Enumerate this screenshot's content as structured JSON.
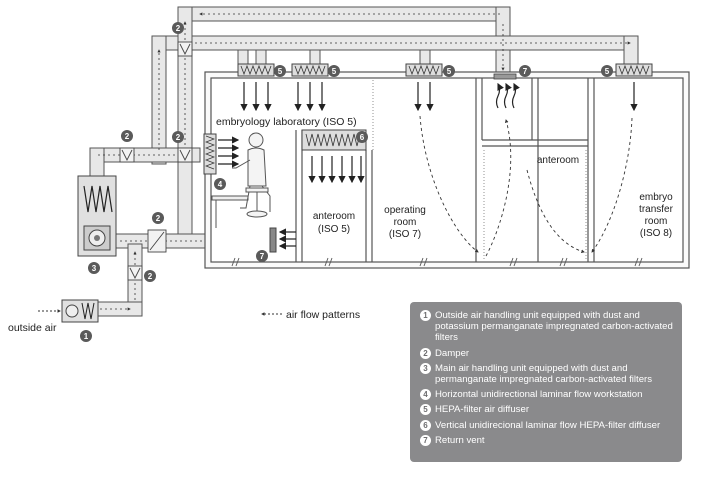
{
  "labels": {
    "embryology_lab": "embryology laboratory (ISO 5)",
    "anteroom_left_line1": "anteroom",
    "anteroom_left_line2": "(ISO 5)",
    "operating_line1": "operating",
    "operating_line2": "room",
    "operating_line3": "(ISO 7)",
    "anteroom_right": "anteroom",
    "embryo_line1": "embryo",
    "embryo_line2": "transfer",
    "embryo_line3": "room",
    "embryo_line4": "(ISO 8)",
    "outside_air": "outside air",
    "air_flow_patterns": "air flow patterns"
  },
  "badges": {
    "one": "1",
    "two": "2",
    "three": "3",
    "four": "4",
    "five": "5",
    "six": "6",
    "seven": "7"
  },
  "legend": [
    {
      "num": "1",
      "text": "Outside air handling unit equipped with dust and potassium permanganate impregnated carbon-activated filters"
    },
    {
      "num": "2",
      "text": "Damper"
    },
    {
      "num": "3",
      "text": "Main air handling unit equipped with dust and permanganate impregnated carbon-activated filters"
    },
    {
      "num": "4",
      "text": "Horizontal unidirectional laminar flow workstation"
    },
    {
      "num": "5",
      "text": "HEPA-filter air diffuser"
    },
    {
      "num": "6",
      "text": "Vertical unidirecional laminar flow HEPA-filter diffuser"
    },
    {
      "num": "7",
      "text": "Return vent"
    }
  ],
  "colors": {
    "duct_fill": "#e8e8e8",
    "duct_stroke": "#555555",
    "legend_bg": "#8a8a8c",
    "badge_bg": "#5a5a5a"
  }
}
